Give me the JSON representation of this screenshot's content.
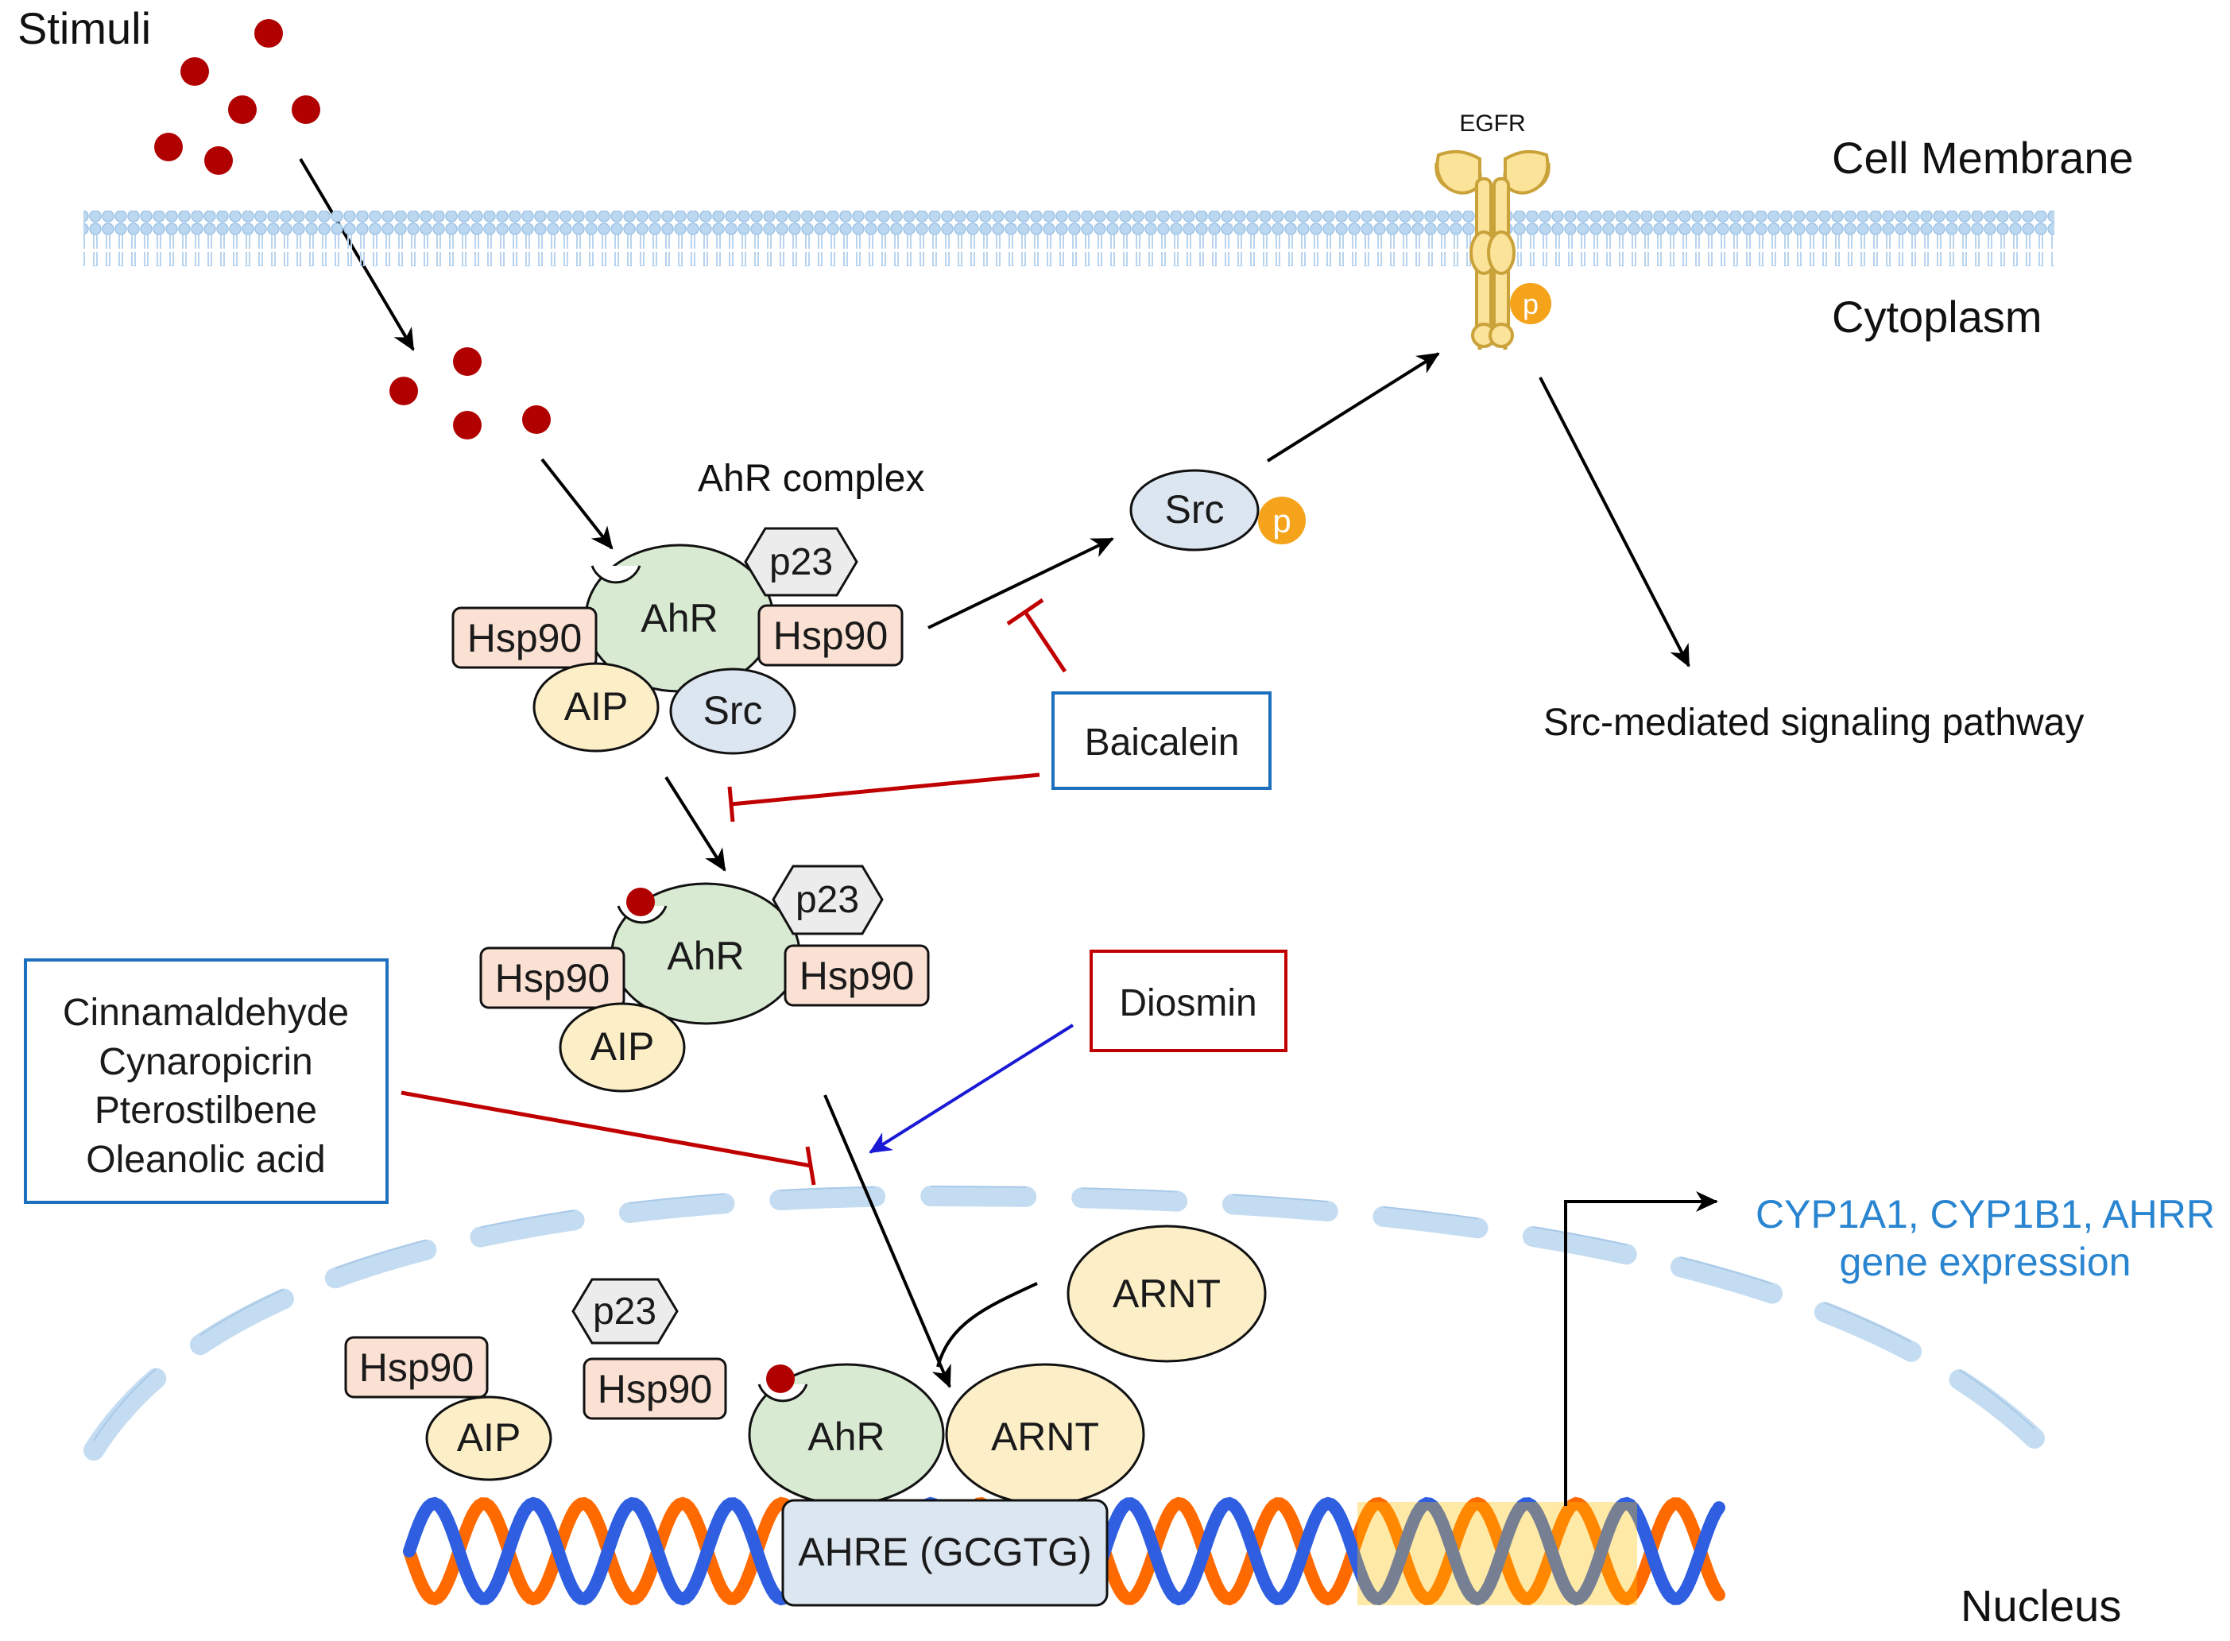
{
  "regions": {
    "stimuli": "Stimuli",
    "cell_membrane": "Cell Membrane",
    "cytoplasm": "Cytoplasm",
    "nucleus": "Nucleus"
  },
  "receptor": {
    "label": "EGFR",
    "phospho": "p"
  },
  "ahr_complex": {
    "title": "AhR complex",
    "ahr": "AhR",
    "p23": "p23",
    "hsp90_left": "Hsp90",
    "hsp90_right": "Hsp90",
    "aip": "AIP",
    "src": "Src"
  },
  "ligand_bound_complex": {
    "ahr": "AhR",
    "p23": "p23",
    "hsp90_left": "Hsp90",
    "hsp90_right": "Hsp90",
    "aip": "AIP"
  },
  "src_active": {
    "label": "Src",
    "phospho": "p"
  },
  "src_pathway": "Src-mediated signaling pathway",
  "inhibitors": {
    "baicalein": "Baicalein",
    "diosmin": "Diosmin",
    "compounds": [
      "Cinnamaldehyde",
      "Cynaropicrin",
      "Pterostilbene",
      "Oleanolic acid"
    ]
  },
  "nucleus_parts": {
    "arnt_free": "ARNT",
    "p23": "p23",
    "hsp90_a": "Hsp90",
    "hsp90_b": "Hsp90",
    "aip": "AIP",
    "ahr": "AhR",
    "arnt": "ARNT",
    "ahre": "AHRE (GCGTG)"
  },
  "gene_expression": {
    "line1": "CYP1A1, CYP1B1, AHRR",
    "line2": "gene expression"
  },
  "colors": {
    "ligand": "#b00000",
    "ahr": "#d9ead3",
    "hsp90": "#fbe1d3",
    "aip": "#fcefc8",
    "src": "#dce6f1",
    "p23": "#ececec",
    "phospho": "#f5a31a",
    "membrane": "#bcd8f0",
    "inhibit_red": "#c00000",
    "activate_blue": "#1a1ad6",
    "box_blue": "#1f6fbf",
    "box_red": "#c00000",
    "gene_text": "#2a85d0",
    "dna_orange": "#ff6a00",
    "dna_blue": "#2f5fe0",
    "dna_yellow": "#ffc000"
  }
}
